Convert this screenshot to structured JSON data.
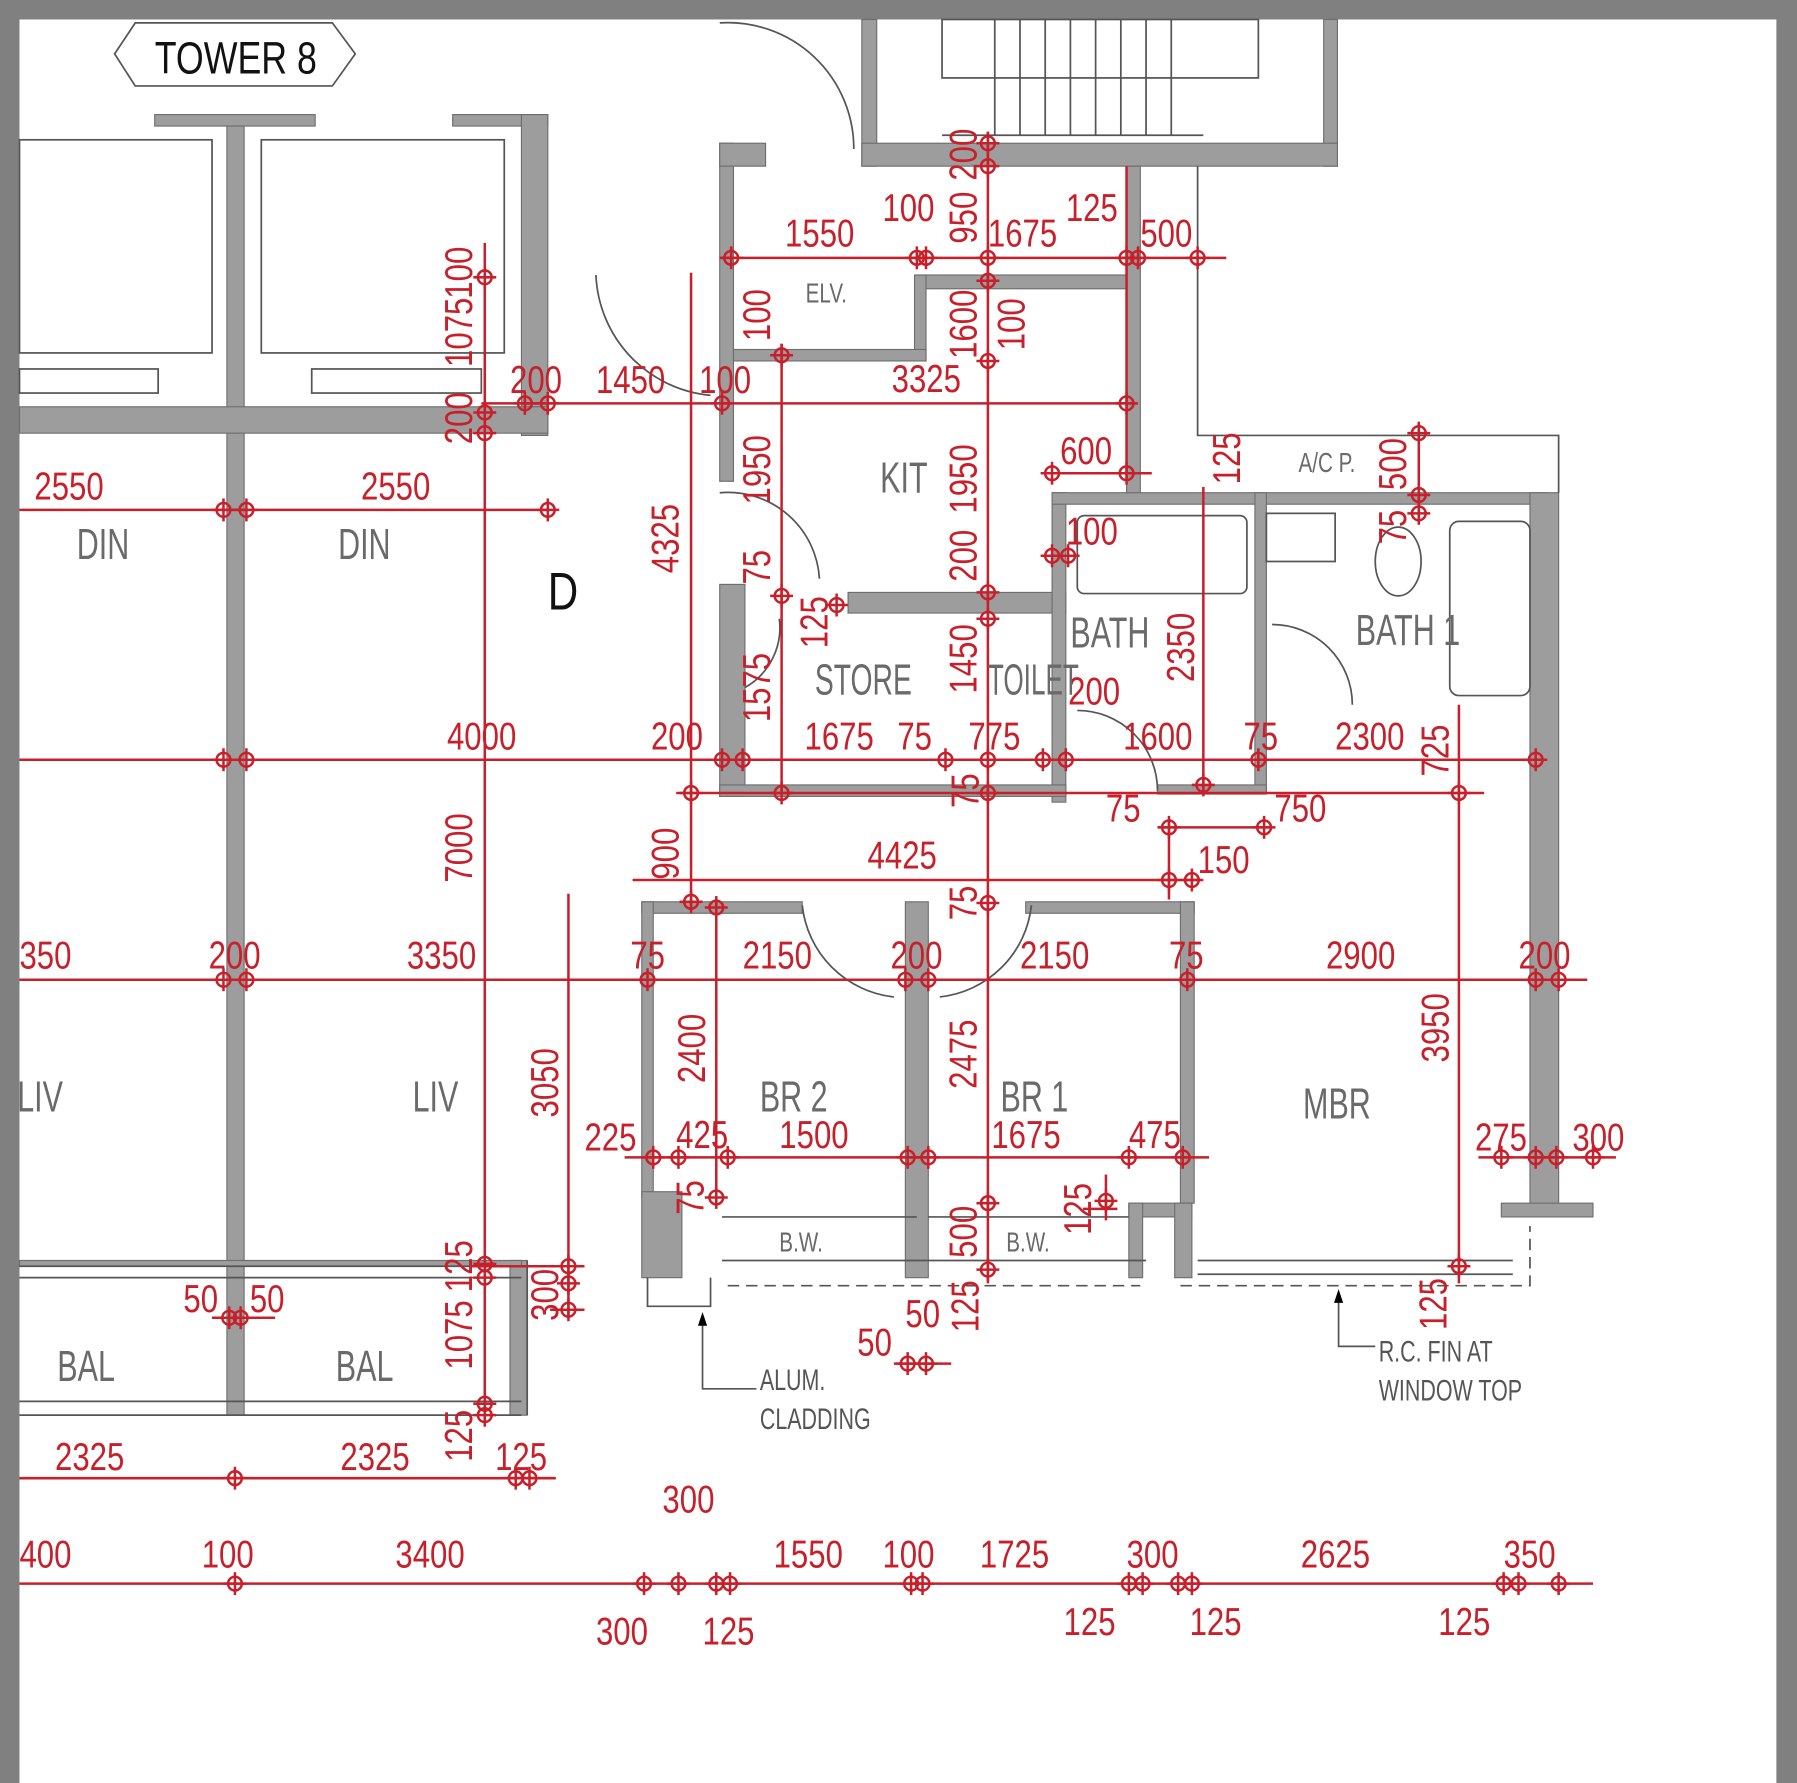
{
  "title": "TOWER 8",
  "unit_label": "D",
  "colors": {
    "dimension": "#c8202a",
    "wall": "#9d9d9d",
    "frame": "#808080"
  },
  "rooms": {
    "elv": "ELV.",
    "kit": "KIT",
    "din_left": "DIN",
    "din_right": "DIN",
    "ac": "A/C P.",
    "bath": "BATH",
    "bath1": "BATH 1",
    "store": "STORE",
    "toilet": "TOILET",
    "liv_left": "LIV",
    "liv_right": "LIV",
    "br2": "BR 2",
    "br1": "BR 1",
    "mbr": "MBR",
    "bw_left": "B.W.",
    "bw_right": "B.W.",
    "bal_left": "BAL",
    "bal_right": "BAL"
  },
  "notes": {
    "alum_1": "ALUM.",
    "alum_2": "CLADDING",
    "fin_1": "R.C. FIN AT",
    "fin_2": "WINDOW TOP"
  },
  "dimensions": [
    "1550",
    "100",
    "1675",
    "125",
    "500",
    "200",
    "1450",
    "100",
    "3325",
    "600",
    "2550",
    "2550",
    "100",
    "200",
    "4000",
    "200",
    "1675",
    "75",
    "775",
    "1600",
    "75",
    "2300",
    "75",
    "750",
    "4425",
    "150",
    "350",
    "200",
    "3350",
    "75",
    "2150",
    "200",
    "2150",
    "75",
    "2900",
    "200",
    "225",
    "425",
    "1500",
    "1675",
    "475",
    "275",
    "300",
    "50",
    "50",
    "50",
    "50",
    "2325",
    "2325",
    "125",
    "300",
    "400",
    "100",
    "3400",
    "1550",
    "100",
    "1725",
    "300",
    "2625",
    "350",
    "300",
    "125",
    "125",
    "125",
    "125",
    "100",
    "1075",
    "200",
    "200",
    "950",
    "100",
    "1600",
    "100",
    "1950",
    "1950",
    "4325",
    "125",
    "500",
    "75",
    "200",
    "75",
    "125",
    "1450",
    "1575",
    "2350",
    "725",
    "75",
    "7000",
    "900",
    "75",
    "2400",
    "2475",
    "3950",
    "3050",
    "75",
    "125",
    "500",
    "125",
    "300",
    "1075",
    "125",
    "125",
    "125"
  ]
}
